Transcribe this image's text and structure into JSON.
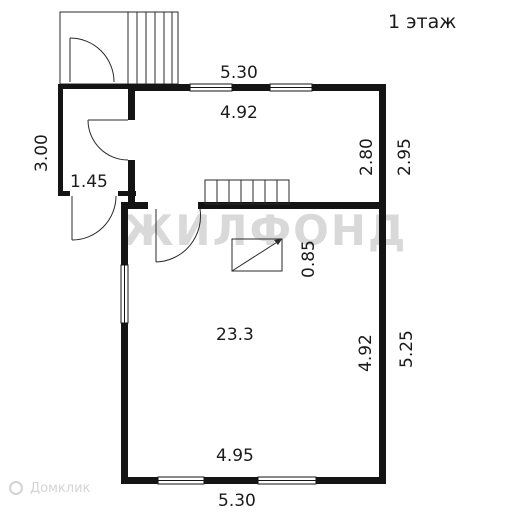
{
  "floor_label": "1 этаж",
  "dimensions": {
    "top_outer_width": "5.30",
    "upper_room_inner_width": "4.92",
    "upper_room_inner_depth": "2.80",
    "upper_room_outer_depth": "2.95",
    "porch_depth": "3.00",
    "porch_width": "1.45",
    "stair_opening": "0.85",
    "main_room_area": "23.3",
    "main_room_inner_depth": "4.92",
    "main_room_outer_depth": "5.25",
    "bottom_inner_width": "4.95",
    "bottom_outer_width": "5.30"
  },
  "watermark": {
    "main": "ЖИЛФОНД",
    "footer": "Домклик"
  }
}
